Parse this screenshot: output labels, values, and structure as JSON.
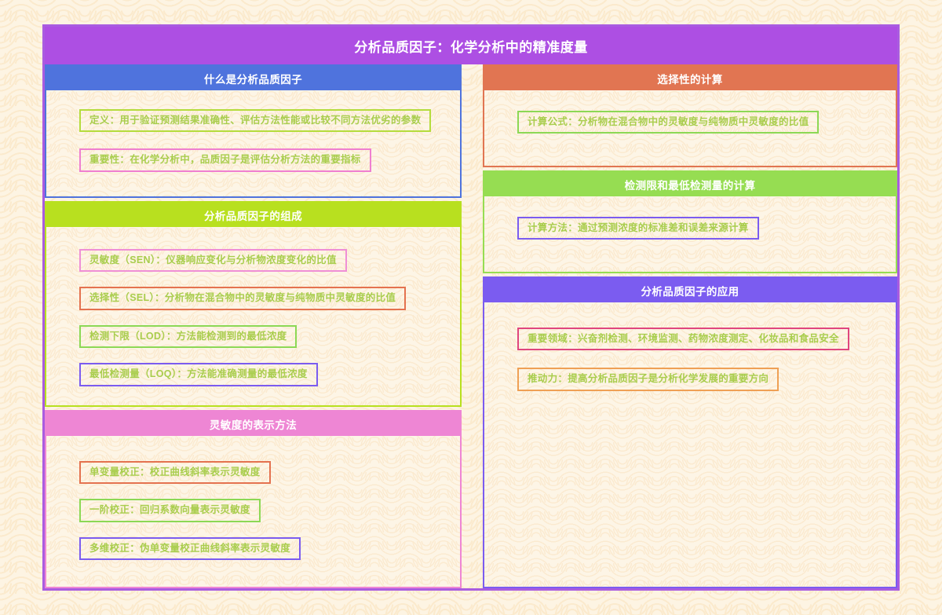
{
  "root": {
    "title": "分析品质因子：化学分析中的精准度量",
    "color": "#ad4fe3",
    "frame_color": "#a95ce0"
  },
  "colors": {
    "page_background": "#fdf4e3",
    "pattern": "#fbeacd",
    "card_background": "#fdf5e6",
    "text_green": "#a9cd4d",
    "header_text": "#ffffff"
  },
  "left_column": [
    {
      "id": "what-is",
      "title": "什么是分析品质因子",
      "header_color": "#4f73dd",
      "border_color": "#4f73dd",
      "items": [
        {
          "text": "定义：用于验证预测结果准确性、评估方法性能或比较不同方法优劣的参数",
          "border_color": "#b5dc3d"
        },
        {
          "text": "重要性：在化学分析中，品质因子是评估分析方法的重要指标",
          "border_color": "#ef7fd0"
        }
      ]
    },
    {
      "id": "composition",
      "title": "分析品质因子的组成",
      "header_color": "#b8e01f",
      "border_color": "#b8e01f",
      "items": [
        {
          "text": "灵敏度（SEN）：仪器响应变化与分析物浓度变化的比值",
          "border_color": "#ef8fd6"
        },
        {
          "text": "选择性（SEL）：分析物在混合物中的灵敏度与纯物质中灵敏度的比值",
          "border_color": "#e4724f"
        },
        {
          "text": "检测下限（LOD）：方法能检测到的最低浓度",
          "border_color": "#8cd855"
        },
        {
          "text": "最低检测量（LOQ）：方法能准确测量的最低浓度",
          "border_color": "#7b5cf0"
        }
      ]
    },
    {
      "id": "sensitivity-expression",
      "title": "灵敏度的表示方法",
      "header_color": "#ee86d4",
      "border_color": "#ee86d4",
      "items": [
        {
          "text": "单变量校正：校正曲线斜率表示灵敏度",
          "border_color": "#e4724f"
        },
        {
          "text": "一阶校正：回归系数向量表示灵敏度",
          "border_color": "#8cd855"
        },
        {
          "text": "多维校正：伪单变量校正曲线斜率表示灵敏度",
          "border_color": "#7b5cf0"
        }
      ]
    }
  ],
  "right_column": [
    {
      "id": "selectivity-calc",
      "title": "选择性的计算",
      "header_color": "#e17552",
      "border_color": "#e17552",
      "items": [
        {
          "text": "计算公式：分析物在混合物中的灵敏度与纯物质中灵敏度的比值",
          "border_color": "#8cd855"
        }
      ]
    },
    {
      "id": "lod-loq-calc",
      "title": "检测限和最低检测量的计算",
      "header_color": "#96dd52",
      "border_color": "#96dd52",
      "items": [
        {
          "text": "计算方法：通过预测浓度的标准差和误差来源计算",
          "border_color": "#7b5cf0"
        }
      ]
    },
    {
      "id": "applications",
      "title": "分析品质因子的应用",
      "header_color": "#7b5cf0",
      "border_color": "#7b5cf0",
      "items": [
        {
          "text": "重要领域：兴奋剂检测、环境监测、药物浓度测定、化妆品和食品安全",
          "border_color": "#e0467e"
        },
        {
          "text": "推动力：提高分析品质因子是分析化学发展的重要方向",
          "border_color": "#efa055"
        }
      ]
    }
  ]
}
